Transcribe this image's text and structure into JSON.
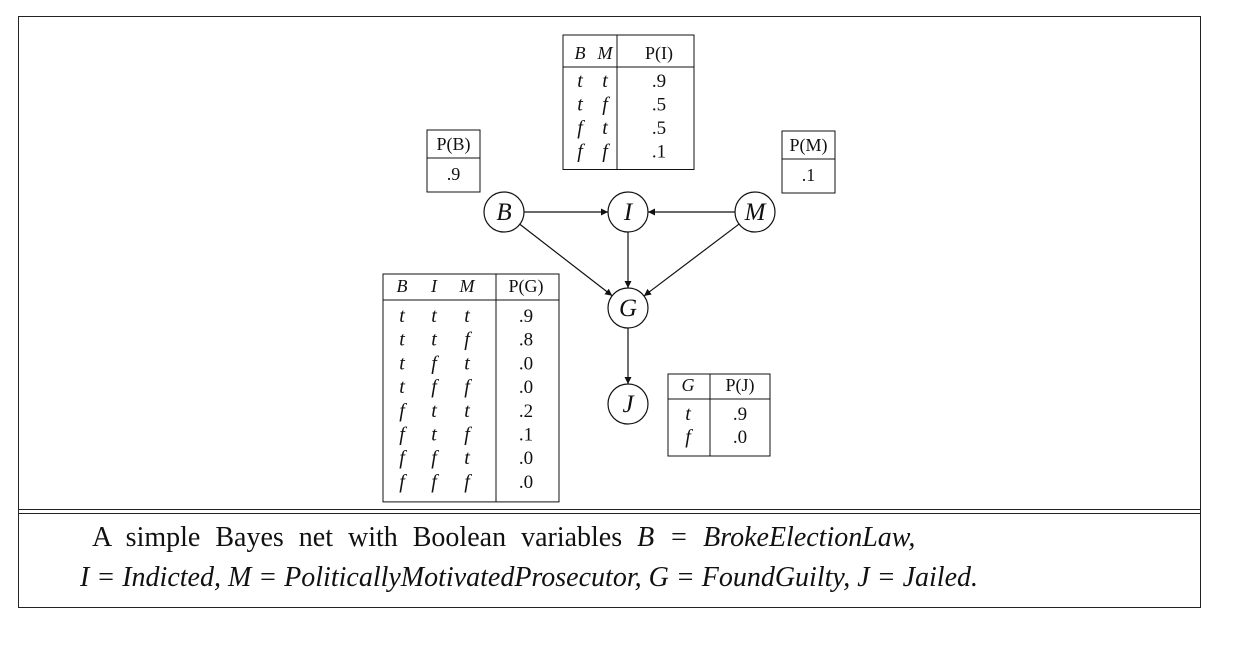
{
  "nodes": [
    {
      "id": "B",
      "label": "B"
    },
    {
      "id": "I",
      "label": "I"
    },
    {
      "id": "M",
      "label": "M"
    },
    {
      "id": "G",
      "label": "G"
    },
    {
      "id": "J",
      "label": "J"
    }
  ],
  "edges": [
    {
      "from": "B",
      "to": "I"
    },
    {
      "from": "M",
      "to": "I"
    },
    {
      "from": "B",
      "to": "G"
    },
    {
      "from": "I",
      "to": "G"
    },
    {
      "from": "M",
      "to": "G"
    },
    {
      "from": "G",
      "to": "J"
    }
  ],
  "cpt_B": {
    "header": "P(B)",
    "value": ".9"
  },
  "cpt_M": {
    "header": "P(M)",
    "value": ".1"
  },
  "cpt_I": {
    "headers": [
      "B",
      "M"
    ],
    "prob_header": "P(I)",
    "rows": [
      [
        "t",
        "t"
      ],
      [
        "t",
        "f"
      ],
      [
        "f",
        "t"
      ],
      [
        "f",
        "f"
      ]
    ],
    "probs": [
      ".9",
      ".5",
      ".5",
      ".1"
    ]
  },
  "cpt_G": {
    "headers": [
      "B",
      "I",
      "M"
    ],
    "prob_header": "P(G)",
    "rows": [
      [
        "t",
        "t",
        "t"
      ],
      [
        "t",
        "t",
        "f"
      ],
      [
        "t",
        "f",
        "t"
      ],
      [
        "t",
        "f",
        "f"
      ],
      [
        "f",
        "t",
        "t"
      ],
      [
        "f",
        "t",
        "f"
      ],
      [
        "f",
        "f",
        "t"
      ],
      [
        "f",
        "f",
        "f"
      ]
    ],
    "probs": [
      ".9",
      ".8",
      ".0",
      ".0",
      ".2",
      ".1",
      ".0",
      ".0"
    ]
  },
  "cpt_J": {
    "headers": [
      "G"
    ],
    "prob_header": "P(J)",
    "rows": [
      [
        "t"
      ],
      [
        "f"
      ]
    ],
    "probs": [
      ".9",
      ".0"
    ]
  },
  "caption": {
    "line1_text": "A simple Bayes net with Boolean variables",
    "line1_math": "B = BrokeElectionLaw,",
    "line2_math": "I = Indicted, M = PoliticallyMotivatedProsecutor, G = FoundGuilty, J = Jailed."
  }
}
